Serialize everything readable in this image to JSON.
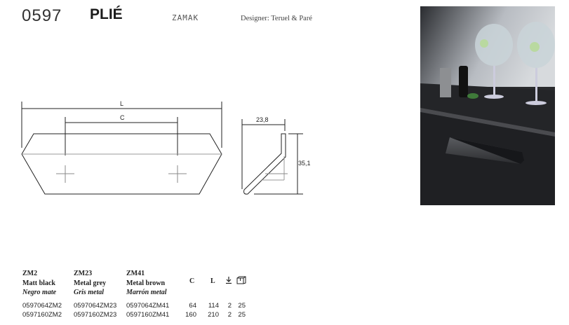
{
  "header": {
    "code": "0597",
    "name": "PLIÉ",
    "material": "ZAMAK",
    "designer": "Designer: Teruel & Paré"
  },
  "drawing": {
    "length_label": "L",
    "center_label": "C",
    "depth_label": "23,8",
    "height_label": "35,1"
  },
  "photo": {
    "icon": "product-photo"
  },
  "table": {
    "finishes": [
      {
        "code": "ZM2",
        "en": "Matt black",
        "es": "Negro mate"
      },
      {
        "code": "ZM23",
        "en": "Metal grey",
        "es": "Gris metal"
      },
      {
        "code": "ZM41",
        "en": "Metal brown",
        "es": "Marrón metal"
      }
    ],
    "col_c": "C",
    "col_l": "L",
    "icons": [
      "screw-icon",
      "box-icon"
    ],
    "rows": [
      {
        "refs": [
          "0597064ZM2",
          "0597064ZM23",
          "0597064ZM41"
        ],
        "c": "64",
        "l": "114",
        "screws": "2",
        "box": "25"
      },
      {
        "refs": [
          "0597160ZM2",
          "0597160ZM23",
          "0597160ZM41"
        ],
        "c": "160",
        "l": "210",
        "screws": "2",
        "box": "25"
      }
    ]
  }
}
